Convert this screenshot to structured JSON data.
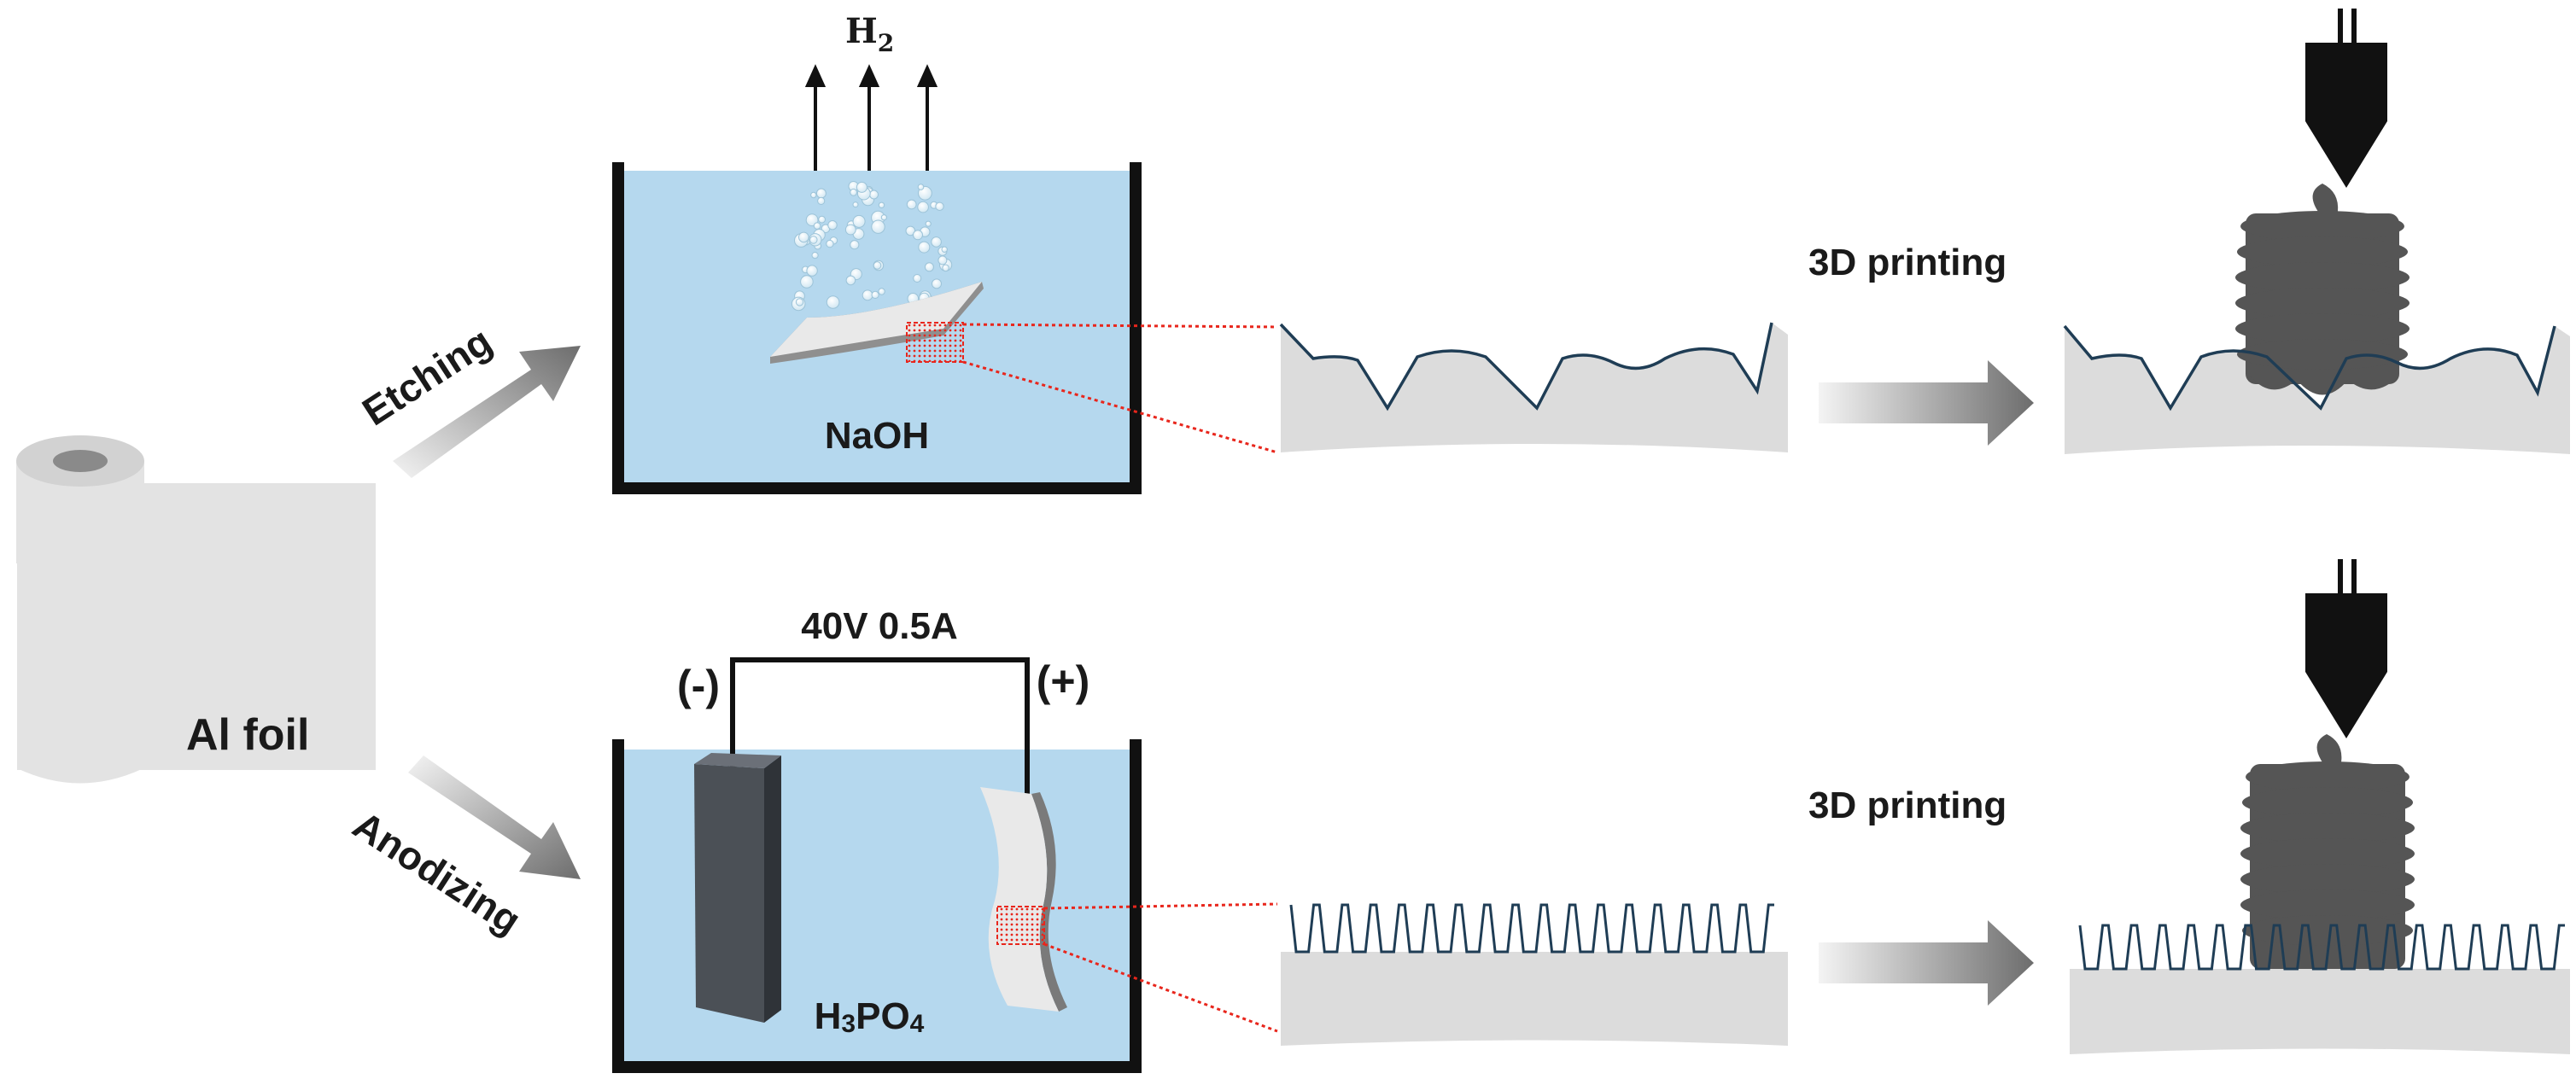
{
  "labels": {
    "foil": "Al foil",
    "etching": "Etching",
    "anodizing": "Anodizing",
    "naoh": "NaOH",
    "h2": "H",
    "h2_sub": "2",
    "h3po4_a": "H",
    "h3po4_sub1": "3",
    "h3po4_b": "PO",
    "h3po4_sub2": "4",
    "voltage": "40V 0.5A",
    "minus": "(-)",
    "plus": "(+)",
    "print_top": "3D printing",
    "print_bottom": "3D printing"
  },
  "colors": {
    "solution": "#b5d8ee",
    "tank_wall": "#111111",
    "foil": "#e3e3e3",
    "foil_roll_core": "#8a8a8a",
    "substrate": "#dcdcdc",
    "profile_line": "#1f3d55",
    "zoom_dotted": "#e8261c",
    "cathode": "#4b5056",
    "printed_part": "#555555",
    "nozzle": "#111111",
    "arrow_dark": "#6d6d6d"
  },
  "icons": {
    "foil": "foil-roll-icon",
    "cathode": "cathode-plate-icon",
    "anode": "anode-foil-icon",
    "nozzle": "print-nozzle-icon",
    "part": "printed-part-icon"
  }
}
